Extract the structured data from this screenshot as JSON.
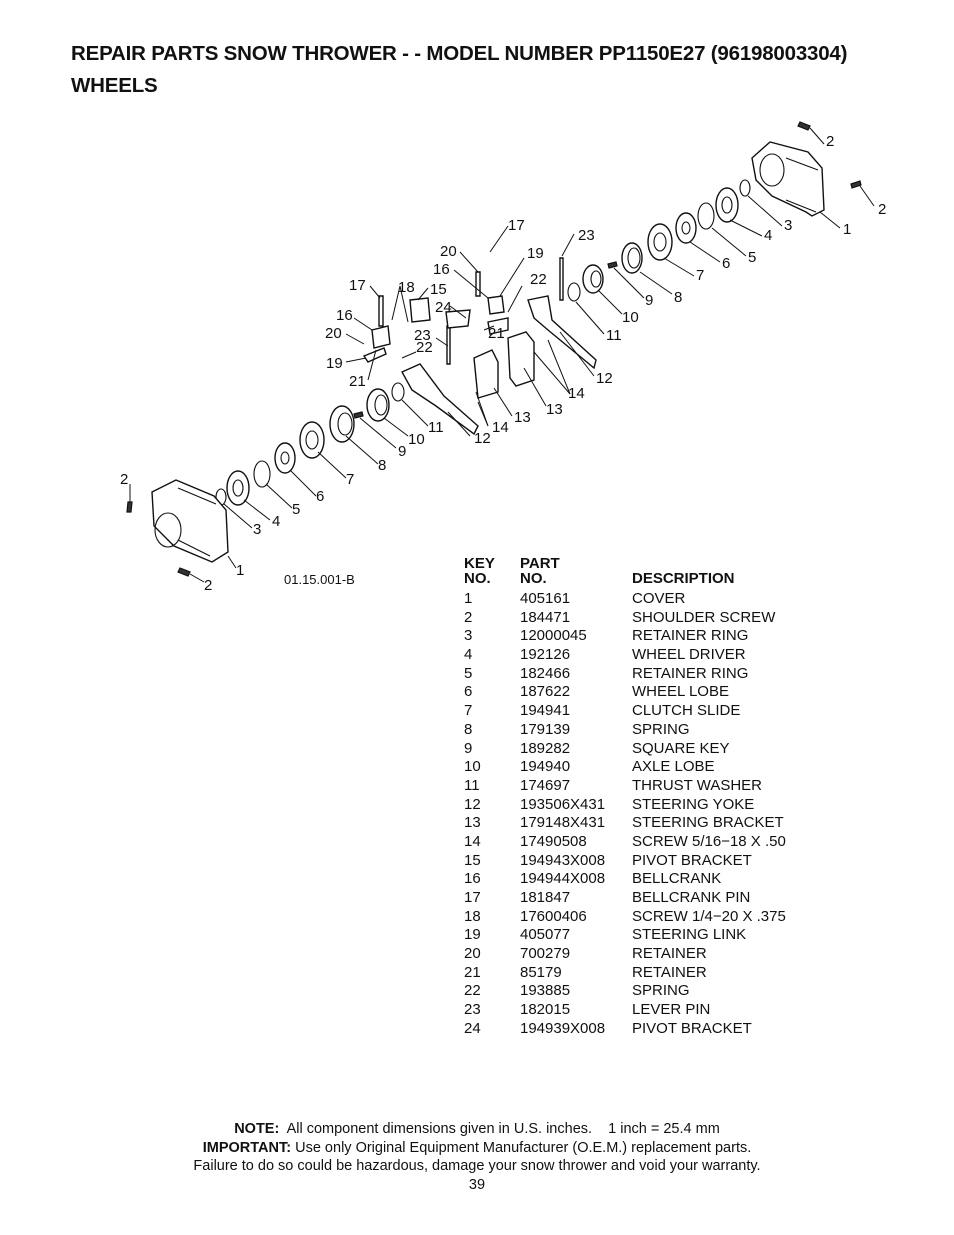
{
  "header": {
    "title_line1": "REPAIR PARTS  SNOW THROWER - - MODEL NUMBER PP1150E27 (96198003304)",
    "title_line2": "WHEELS"
  },
  "diagram": {
    "code": "01.15.001-B",
    "labels": [
      "1",
      "2",
      "3",
      "4",
      "5",
      "6",
      "7",
      "8",
      "9",
      "10",
      "11",
      "12",
      "13",
      "14",
      "15",
      "16",
      "17",
      "18",
      "19",
      "20",
      "21",
      "22",
      "23",
      "24"
    ]
  },
  "parts_table": {
    "headers": {
      "key_top": "KEY",
      "key_bottom": "NO.",
      "part_top": "PART",
      "part_bottom": "NO.",
      "description": "DESCRIPTION"
    },
    "rows": [
      {
        "key": "1",
        "part": "405161",
        "desc": "COVER"
      },
      {
        "key": "2",
        "part": "184471",
        "desc": "SHOULDER SCREW"
      },
      {
        "key": "3",
        "part": "12000045",
        "desc": "RETAINER RING"
      },
      {
        "key": "4",
        "part": "192126",
        "desc": "WHEEL DRIVER"
      },
      {
        "key": "5",
        "part": "182466",
        "desc": "RETAINER RING"
      },
      {
        "key": "6",
        "part": "187622",
        "desc": "WHEEL LOBE"
      },
      {
        "key": "7",
        "part": "194941",
        "desc": "CLUTCH SLIDE"
      },
      {
        "key": "8",
        "part": "179139",
        "desc": "SPRING"
      },
      {
        "key": "9",
        "part": "189282",
        "desc": "SQUARE KEY"
      },
      {
        "key": "10",
        "part": "194940",
        "desc": "AXLE LOBE"
      },
      {
        "key": "11",
        "part": "174697",
        "desc": "THRUST WASHER"
      },
      {
        "key": "12",
        "part": "193506X431",
        "desc": "STEERING YOKE"
      },
      {
        "key": "13",
        "part": "179148X431",
        "desc": "STEERING BRACKET"
      },
      {
        "key": "14",
        "part": "17490508",
        "desc": "SCREW 5/16−18 X .50"
      },
      {
        "key": "15",
        "part": "194943X008",
        "desc": "PIVOT BRACKET"
      },
      {
        "key": "16",
        "part": "194944X008",
        "desc": "BELLCRANK"
      },
      {
        "key": "17",
        "part": "181847",
        "desc": "BELLCRANK PIN"
      },
      {
        "key": "18",
        "part": "17600406",
        "desc": "SCREW 1/4−20 X .375"
      },
      {
        "key": "19",
        "part": "405077",
        "desc": "STEERING LINK"
      },
      {
        "key": "20",
        "part": "700279",
        "desc": "RETAINER"
      },
      {
        "key": "21",
        "part": "85179",
        "desc": "RETAINER"
      },
      {
        "key": "22",
        "part": "193885",
        "desc": "SPRING"
      },
      {
        "key": "23",
        "part": "182015",
        "desc": "LEVER PIN"
      },
      {
        "key": "24",
        "part": "194939X008",
        "desc": "PIVOT BRACKET"
      }
    ]
  },
  "footer": {
    "note_label": "NOTE:",
    "note_text": "  All component dimensions given in U.S. inches.    1 inch = 25.4 mm",
    "important_label": "IMPORTANT:",
    "important_text": " Use only Original Equipment Manufacturer (O.E.M.) replacement parts.",
    "warning_text": "Failure to do so could be hazardous, damage your snow thrower and void your warranty.",
    "page_number": "39"
  }
}
